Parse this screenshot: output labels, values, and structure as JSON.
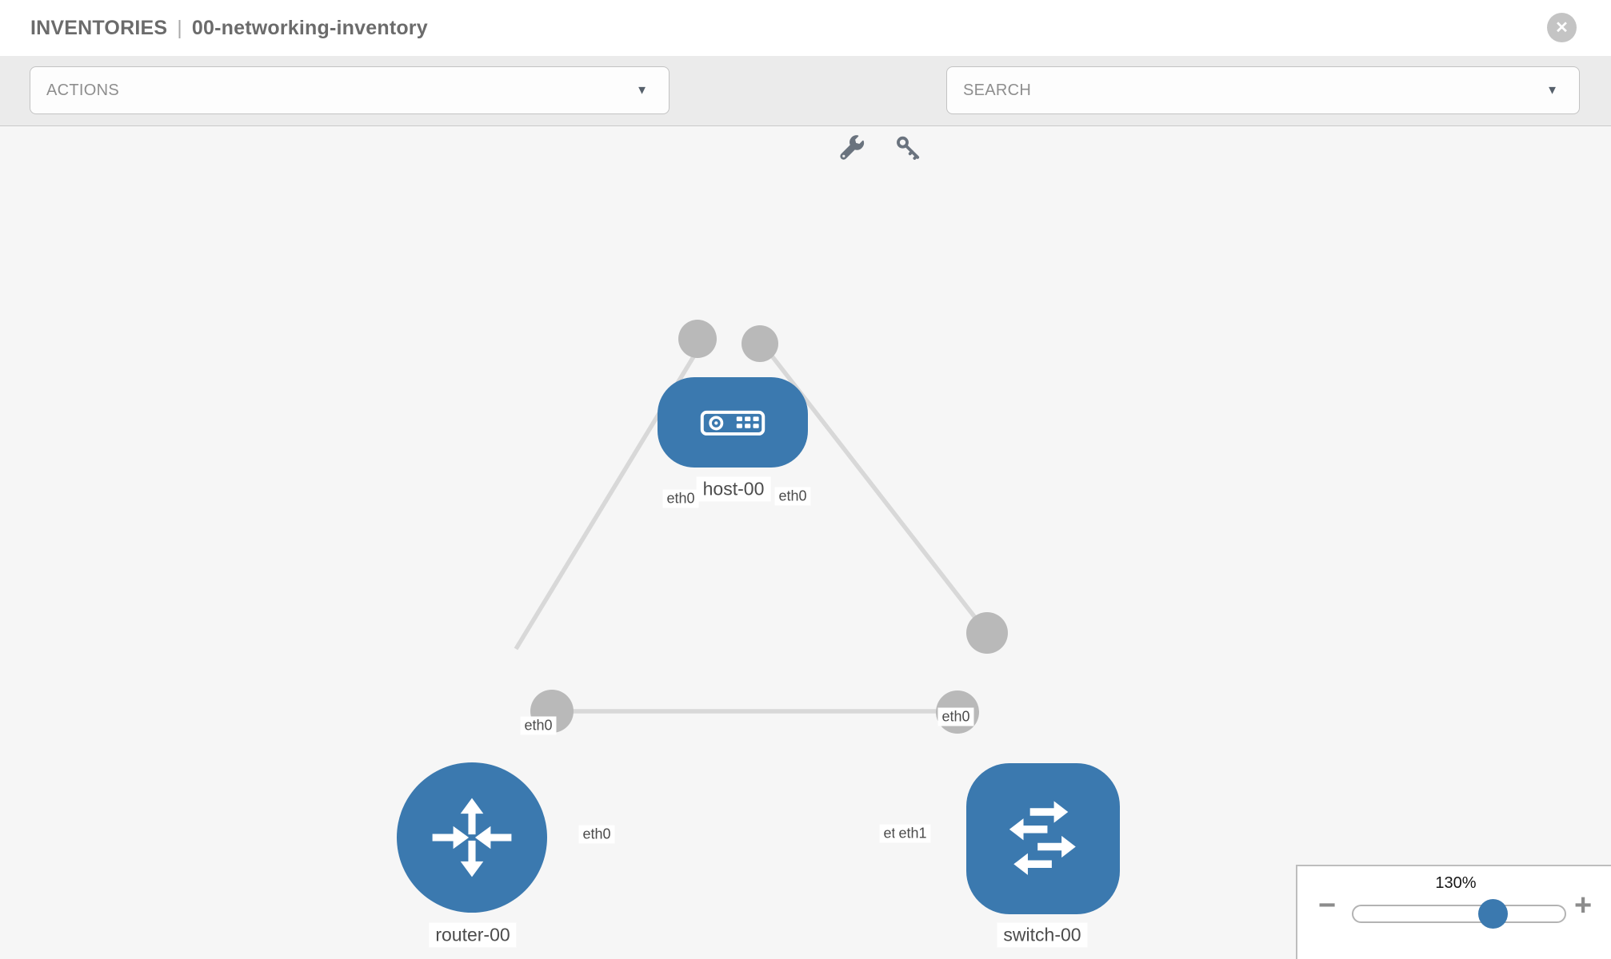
{
  "header": {
    "breadcrumb": "INVENTORIES",
    "separator": "|",
    "inventory_name": "00-networking-inventory"
  },
  "toolbar": {
    "actions_label": "ACTIONS",
    "search_placeholder": "SEARCH",
    "icons": [
      "wrench-icon",
      "key-icon"
    ]
  },
  "glyphs": {
    "caret": "▼",
    "close": "✕",
    "minus": "−",
    "plus": "+"
  },
  "graph": {
    "nodes": [
      {
        "label": "host-00",
        "type": "host"
      },
      {
        "label": "router-00",
        "type": "router"
      },
      {
        "label": "switch-00",
        "type": "switch"
      }
    ],
    "links": [
      {
        "from": "host-00",
        "to": "router-00",
        "from_iface": "eth0",
        "to_iface": "eth0"
      },
      {
        "from": "host-00",
        "to": "switch-00",
        "from_iface": "eth0",
        "to_iface": "eth0"
      },
      {
        "from": "router-00",
        "to": "switch-00",
        "from_iface": "eth0",
        "to_iface": "eth1",
        "to_iface_overlapped": "eth0"
      }
    ]
  },
  "zoom_control": {
    "level": "130%"
  },
  "colors": {
    "node_blue": "#3b79af",
    "link_gray": "#d8d8d8",
    "iface_dot_gray": "#b9b9b9",
    "toolbar_bg": "#ebebeb",
    "canvas_bg": "#f6f6f6",
    "icon_slate": "#6a737e",
    "title_gray": "#6b6b6b"
  }
}
